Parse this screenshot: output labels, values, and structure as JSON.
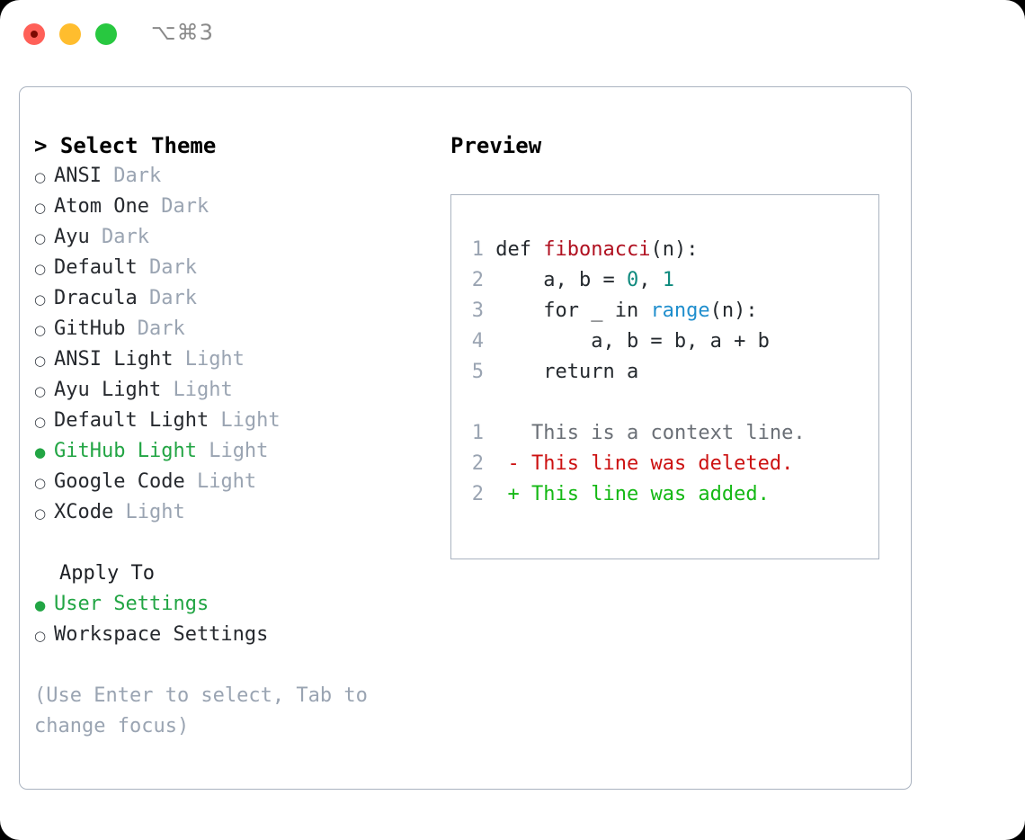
{
  "titlebar": {
    "shortcut": "⌥⌘3",
    "lights": [
      "close-red",
      "minimize-yellow",
      "maximize-green"
    ]
  },
  "theme_panel": {
    "title": "> Select Theme",
    "items": [
      {
        "marker": "○",
        "label": "ANSI",
        "variant": "Dark",
        "selected": false
      },
      {
        "marker": "○",
        "label": "Atom One",
        "variant": "Dark",
        "selected": false
      },
      {
        "marker": "○",
        "label": "Ayu",
        "variant": "Dark",
        "selected": false
      },
      {
        "marker": "○",
        "label": "Default",
        "variant": "Dark",
        "selected": false
      },
      {
        "marker": "○",
        "label": "Dracula",
        "variant": "Dark",
        "selected": false
      },
      {
        "marker": "○",
        "label": "GitHub",
        "variant": "Dark",
        "selected": false
      },
      {
        "marker": "○",
        "label": "ANSI Light",
        "variant": "Light",
        "selected": false
      },
      {
        "marker": "○",
        "label": "Ayu Light",
        "variant": "Light",
        "selected": false
      },
      {
        "marker": "○",
        "label": "Default Light",
        "variant": "Light",
        "selected": false
      },
      {
        "marker": "●",
        "label": "GitHub Light",
        "variant": "Light",
        "selected": true
      },
      {
        "marker": "○",
        "label": "Google Code",
        "variant": "Light",
        "selected": false
      },
      {
        "marker": "○",
        "label": "XCode",
        "variant": "Light",
        "selected": false
      }
    ]
  },
  "apply_to": {
    "title": "Apply To",
    "options": [
      {
        "marker": "●",
        "label": "User Settings",
        "selected": true
      },
      {
        "marker": "○",
        "label": "Workspace Settings",
        "selected": false
      }
    ]
  },
  "hint": "(Use Enter to select, Tab to change focus)",
  "preview": {
    "title": "Preview",
    "code_lines": [
      {
        "num": "1",
        "parts": [
          {
            "t": "def ",
            "c": "plain"
          },
          {
            "t": "fibonacci",
            "c": "fn"
          },
          {
            "t": "(n):",
            "c": "plain"
          }
        ]
      },
      {
        "num": "2",
        "parts": [
          {
            "t": "    a, b = ",
            "c": "plain"
          },
          {
            "t": "0",
            "c": "num"
          },
          {
            "t": ", ",
            "c": "plain"
          },
          {
            "t": "1",
            "c": "num"
          }
        ]
      },
      {
        "num": "3",
        "parts": [
          {
            "t": "    for _ in ",
            "c": "plain"
          },
          {
            "t": "range",
            "c": "bi"
          },
          {
            "t": "(n):",
            "c": "plain"
          }
        ]
      },
      {
        "num": "4",
        "parts": [
          {
            "t": "        a, b = b, a + b",
            "c": "plain"
          }
        ]
      },
      {
        "num": "5",
        "parts": [
          {
            "t": "    return a",
            "c": "plain"
          }
        ]
      }
    ],
    "diff_lines": [
      {
        "num": "1",
        "sign": " ",
        "text": "This is a context line.",
        "kind": "ctx"
      },
      {
        "num": "2",
        "sign": "-",
        "text": "This line was deleted.",
        "kind": "del"
      },
      {
        "num": "2",
        "sign": "+",
        "text": "This line was added.",
        "kind": "add"
      }
    ]
  },
  "colors": {
    "accent_green": "#22a544",
    "border": "#aab3c0",
    "muted": "#9aa4b2",
    "fn_red": "#b01020",
    "num_teal": "#0f8a7e",
    "builtin_blue": "#1f8ecd",
    "diff_del": "#cc1111",
    "diff_add": "#14b814"
  }
}
